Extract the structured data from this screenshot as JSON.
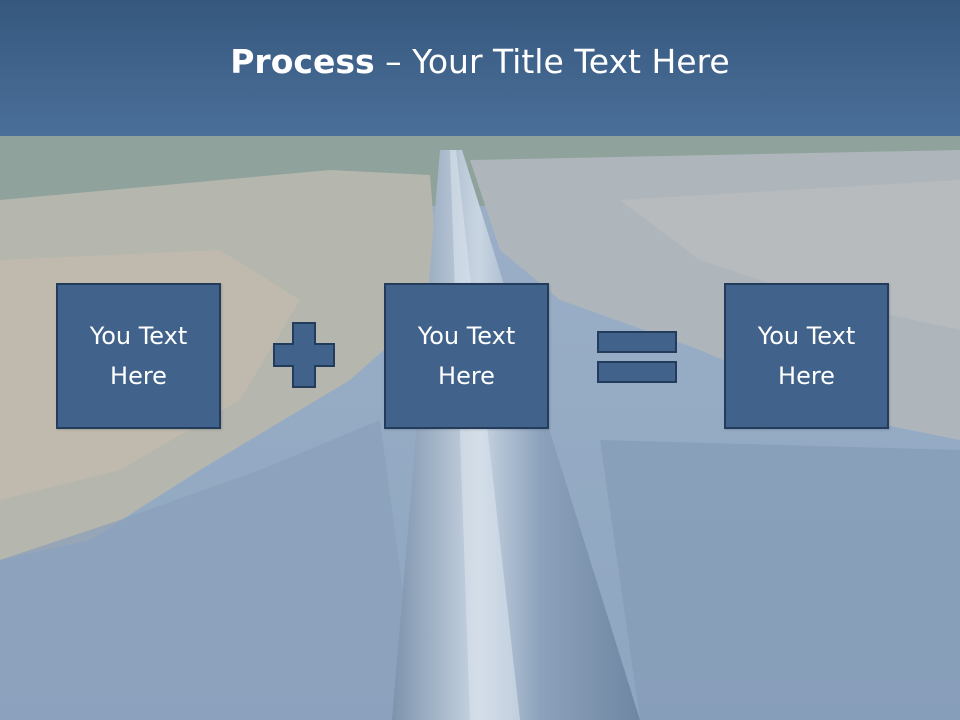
{
  "slide": {
    "title_bold": "Process",
    "title_rest": " – Your Title Text Here"
  },
  "boxes": [
    {
      "line1": "You Text",
      "line2": "Here"
    },
    {
      "line1": "You Text",
      "line2": "Here"
    },
    {
      "line1": "You Text",
      "line2": "Here"
    }
  ],
  "operators": [
    "plus-icon",
    "equals-icon"
  ],
  "colors": {
    "title_bar": "#3f6490",
    "box_fill": "#41628a",
    "box_border": "#243c5c",
    "text": "#ffffff"
  }
}
